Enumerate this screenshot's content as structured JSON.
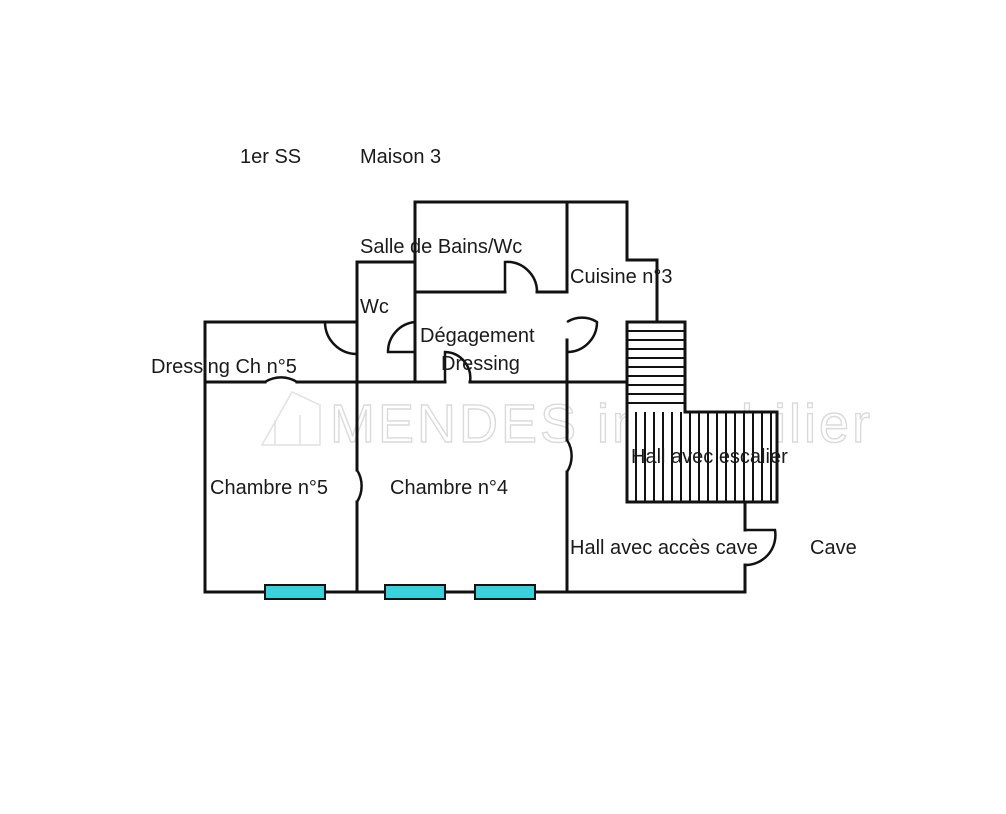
{
  "header": {
    "level": "1er SS",
    "house": "Maison 3"
  },
  "rooms": {
    "salle_de_bains": "Salle de Bains/Wc",
    "cuisine": "Cuisine n°3",
    "wc": "Wc",
    "degagement": "Dégagement",
    "dressing": "Dressing",
    "dressing_ch5": "Dressing Ch n°5",
    "hall_escalier": "Hall avec escalier",
    "chambre5": "Chambre n°5",
    "chambre4": "Chambre n°4",
    "hall_cave": "Hall avec accès cave",
    "cave": "Cave"
  },
  "watermark": {
    "text": "MENDES immobilier"
  },
  "colors": {
    "window": "#39d2dc",
    "wall": "#111111"
  }
}
